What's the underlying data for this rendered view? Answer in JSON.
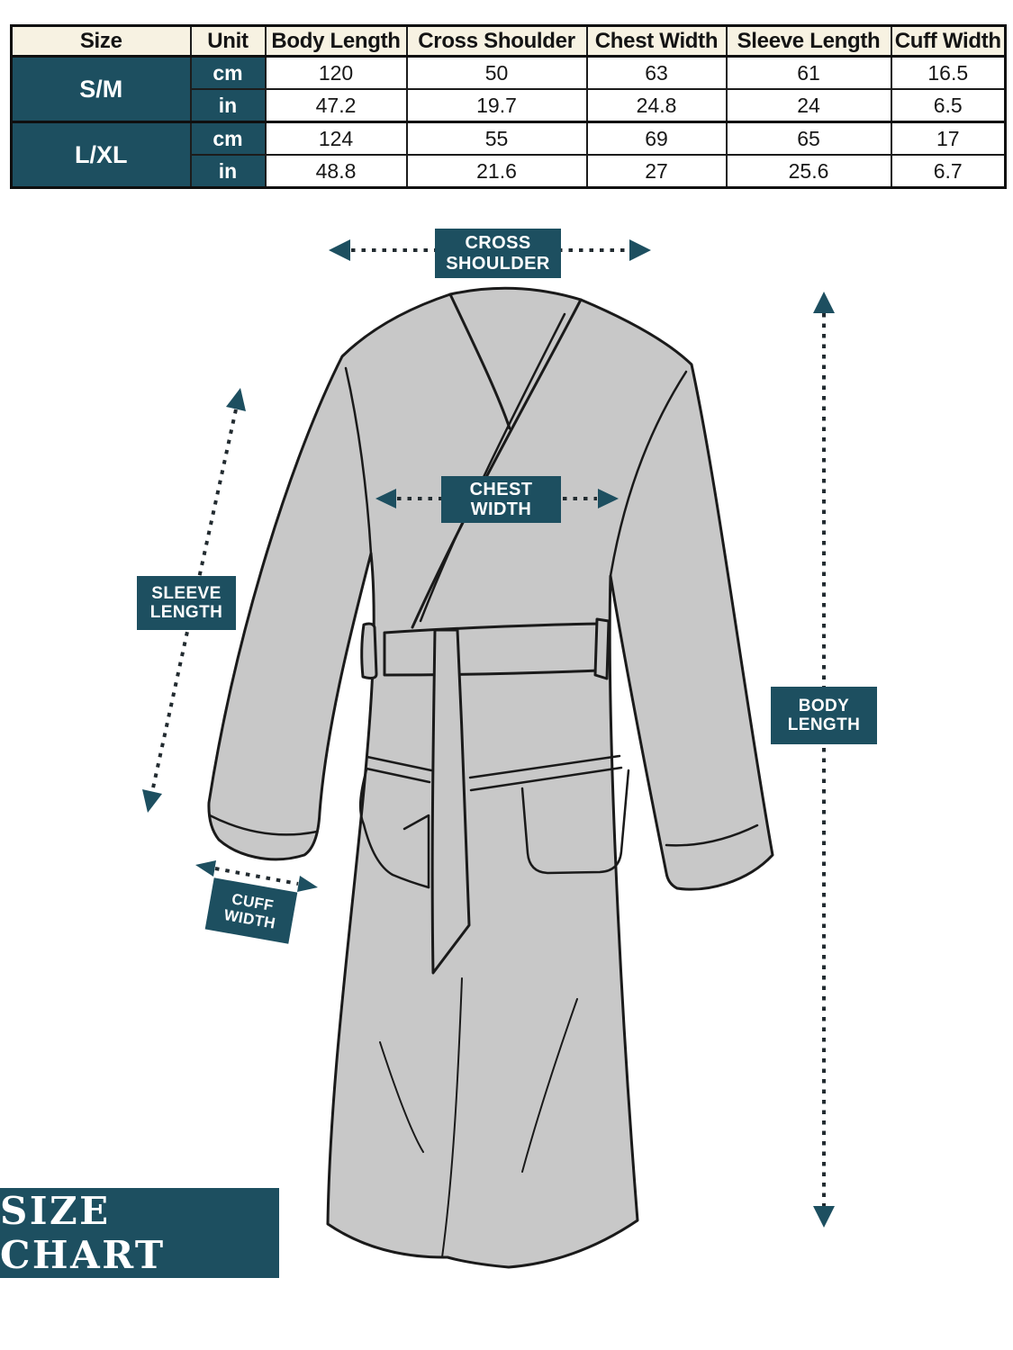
{
  "table": {
    "columns": [
      "Size",
      "Unit",
      "Body Length",
      "Cross Shoulder",
      "Chest Width",
      "Sleeve Length",
      "Cuff Width"
    ],
    "groups": [
      {
        "size": "S/M",
        "rows": [
          {
            "unit": "cm",
            "values": [
              "120",
              "50",
              "63",
              "61",
              "16.5"
            ]
          },
          {
            "unit": "in",
            "values": [
              "47.2",
              "19.7",
              "24.8",
              "24",
              "6.5"
            ]
          }
        ]
      },
      {
        "size": "L/XL",
        "rows": [
          {
            "unit": "cm",
            "values": [
              "124",
              "55",
              "69",
              "65",
              "17"
            ]
          },
          {
            "unit": "in",
            "values": [
              "48.8",
              "21.6",
              "27",
              "25.6",
              "6.7"
            ]
          }
        ]
      }
    ]
  },
  "diagram": {
    "labels": {
      "cross_shoulder": "CROSS\nSHOULDER",
      "chest_width": "CHEST\nWIDTH",
      "sleeve_length": "SLEEVE\nLENGTH",
      "body_length": "BODY\nLENGTH",
      "cuff_width": "CUFF\nWIDTH"
    },
    "caption": "SIZE CHART"
  },
  "colors": {
    "accent_teal": "#1d4f60",
    "header_cream": "#f7f2e2",
    "robe_gray": "#c8c8c8",
    "outline_black": "#1a1a1a",
    "arrow_dot": "#222b30"
  }
}
